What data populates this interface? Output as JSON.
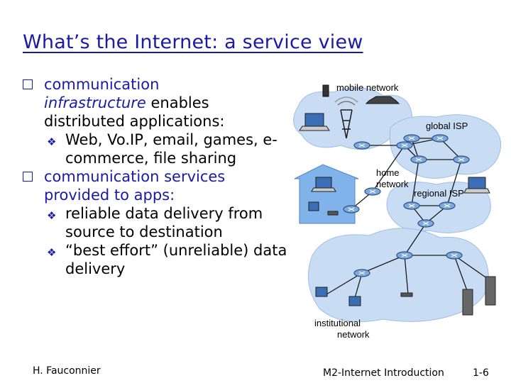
{
  "slide": {
    "title": "What’s the Internet: a service view",
    "bullets": [
      {
        "prefix": "communication",
        "italic": "infrastructure",
        "rest": "enables distributed applications:",
        "sub": [
          "Web, Vo.IP, email, games, e-commerce, file sharing"
        ]
      },
      {
        "prefix": "communication services",
        "rest": "provided to apps:",
        "sub": [
          "reliable data delivery from source to destination",
          "“best effort” (unreliable) data delivery"
        ]
      }
    ],
    "footer_left": "H. Fauconnier",
    "footer_mid": "M2-Internet Introduction",
    "page_number": "1-6"
  },
  "diagram": {
    "labels": {
      "mobile": "mobile network",
      "global": "global ISP",
      "home_1": "home",
      "home_2": "network",
      "regional": "regional ISP",
      "inst_1": "institutional",
      "inst_2": "network"
    },
    "colors": {
      "cloud": "#c8dcf4",
      "router_fill": "#7fa9d8",
      "router_edge": "#2a4f86",
      "link": "#1a1a1a",
      "house": "#7fb3ea"
    }
  }
}
